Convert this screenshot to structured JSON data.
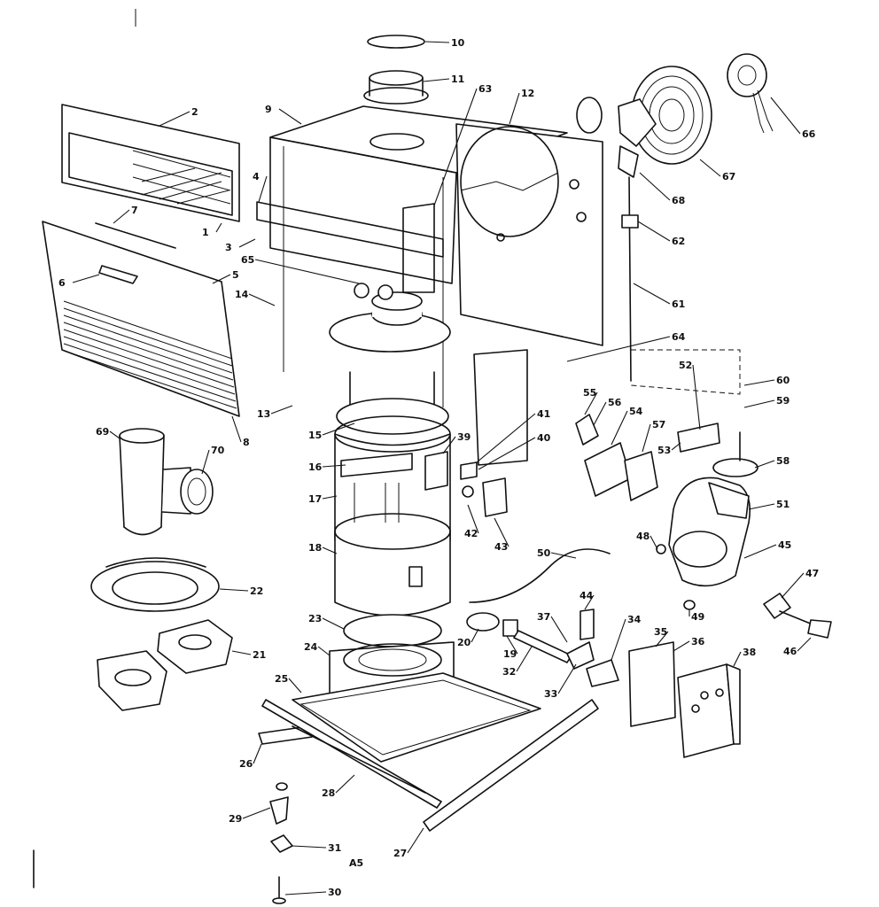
{
  "diagram": {
    "page_code": "A5",
    "part_labels": [
      "1",
      "2",
      "3",
      "4",
      "5",
      "6",
      "7",
      "8",
      "9",
      "10",
      "11",
      "12",
      "13",
      "14",
      "15",
      "16",
      "17",
      "18",
      "19",
      "20",
      "21",
      "22",
      "23",
      "24",
      "25",
      "26",
      "27",
      "28",
      "29",
      "30",
      "31",
      "32",
      "33",
      "34",
      "35",
      "36",
      "37",
      "38",
      "39",
      "40",
      "41",
      "42",
      "43",
      "44",
      "45",
      "46",
      "47",
      "48",
      "49",
      "50",
      "51",
      "52",
      "53",
      "54",
      "55",
      "56",
      "57",
      "58",
      "59",
      "60",
      "61",
      "62",
      "63",
      "64",
      "65",
      "66",
      "67",
      "68",
      "69",
      "70"
    ]
  }
}
